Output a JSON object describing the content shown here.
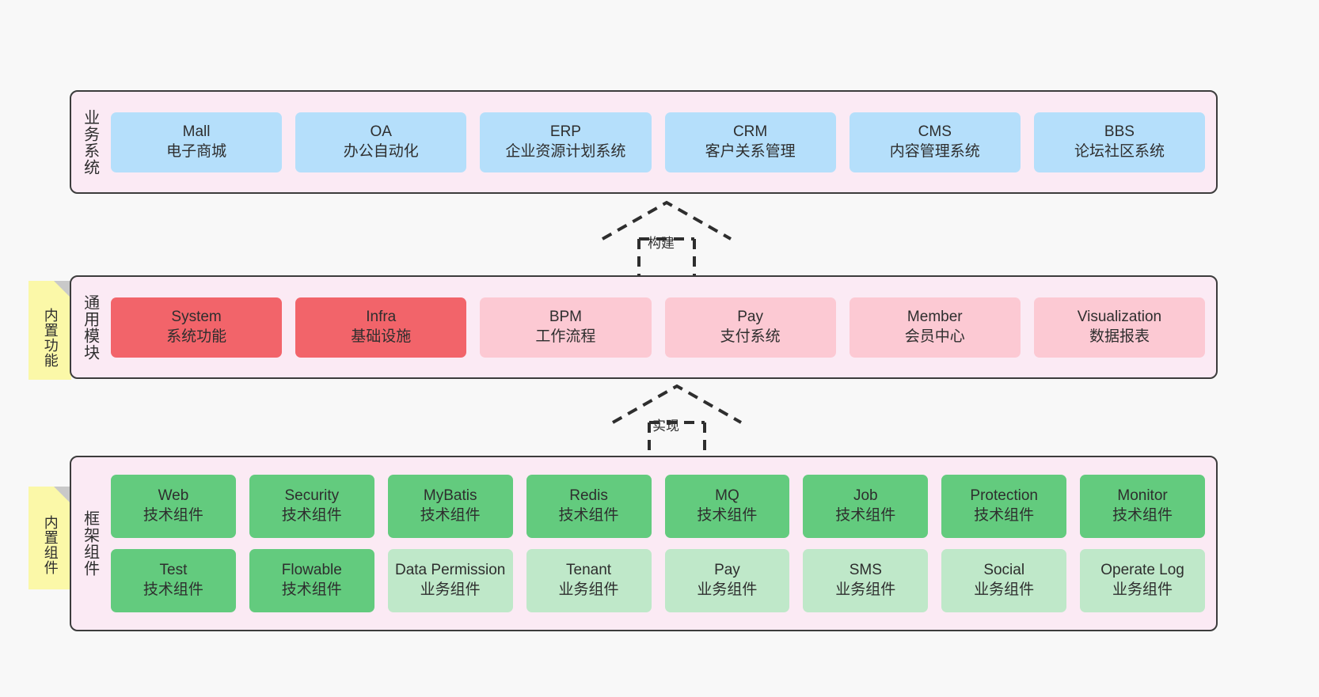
{
  "layers": [
    {
      "id": "business",
      "label": "业务系统",
      "rows": [
        {
          "nodes": [
            {
              "title": "Mall",
              "subtitle": "电子商城",
              "color": "n-blue"
            },
            {
              "title": "OA",
              "subtitle": "办公自动化",
              "color": "n-blue"
            },
            {
              "title": "ERP",
              "subtitle": "企业资源计划系统",
              "color": "n-blue"
            },
            {
              "title": "CRM",
              "subtitle": "客户关系管理",
              "color": "n-blue"
            },
            {
              "title": "CMS",
              "subtitle": "内容管理系统",
              "color": "n-blue"
            },
            {
              "title": "BBS",
              "subtitle": "论坛社区系统",
              "color": "n-blue"
            }
          ]
        }
      ]
    },
    {
      "id": "modules",
      "label": "通用模块",
      "sticky": "内置功能",
      "rows": [
        {
          "nodes": [
            {
              "title": "System",
              "subtitle": "系统功能",
              "color": "n-red"
            },
            {
              "title": "Infra",
              "subtitle": "基础设施",
              "color": "n-red"
            },
            {
              "title": "BPM",
              "subtitle": "工作流程",
              "color": "n-pink"
            },
            {
              "title": "Pay",
              "subtitle": "支付系统",
              "color": "n-pink"
            },
            {
              "title": "Member",
              "subtitle": "会员中心",
              "color": "n-pink"
            },
            {
              "title": "Visualization",
              "subtitle": "数据报表",
              "color": "n-pink"
            }
          ]
        }
      ]
    },
    {
      "id": "framework",
      "label": "框架组件",
      "sticky": "内置组件",
      "rows": [
        {
          "nodes": [
            {
              "title": "Web",
              "subtitle": "技术组件",
              "color": "n-green"
            },
            {
              "title": "Security",
              "subtitle": "技术组件",
              "color": "n-green"
            },
            {
              "title": "MyBatis",
              "subtitle": "技术组件",
              "color": "n-green"
            },
            {
              "title": "Redis",
              "subtitle": "技术组件",
              "color": "n-green"
            },
            {
              "title": "MQ",
              "subtitle": "技术组件",
              "color": "n-green"
            },
            {
              "title": "Job",
              "subtitle": "技术组件",
              "color": "n-green"
            },
            {
              "title": "Protection",
              "subtitle": "技术组件",
              "color": "n-green"
            },
            {
              "title": "Monitor",
              "subtitle": "技术组件",
              "color": "n-green"
            }
          ]
        },
        {
          "nodes": [
            {
              "title": "Test",
              "subtitle": "技术组件",
              "color": "n-green"
            },
            {
              "title": "Flowable",
              "subtitle": "技术组件",
              "color": "n-green"
            },
            {
              "title": "Data Permission",
              "subtitle": "业务组件",
              "color": "n-lightgreen"
            },
            {
              "title": "Tenant",
              "subtitle": "业务组件",
              "color": "n-lightgreen"
            },
            {
              "title": "Pay",
              "subtitle": "业务组件",
              "color": "n-lightgreen"
            },
            {
              "title": "SMS",
              "subtitle": "业务组件",
              "color": "n-lightgreen"
            },
            {
              "title": "Social",
              "subtitle": "业务组件",
              "color": "n-lightgreen"
            },
            {
              "title": "Operate Log",
              "subtitle": "业务组件",
              "color": "n-lightgreen"
            }
          ]
        }
      ]
    }
  ],
  "connectors": [
    {
      "id": "build",
      "label": "构建"
    },
    {
      "id": "impl",
      "label": "实现"
    }
  ],
  "colors": {
    "band_background": "#fbeaf4",
    "band_border": "#3c3c3c",
    "business_node": "#b5dffb",
    "module_core": "#f2646a",
    "module_optional": "#fcc9d3",
    "tech_component": "#63cb7e",
    "business_component": "#bfe8c9",
    "sticky_note": "#fbf8a8",
    "page_background": "#f8f8f8"
  }
}
